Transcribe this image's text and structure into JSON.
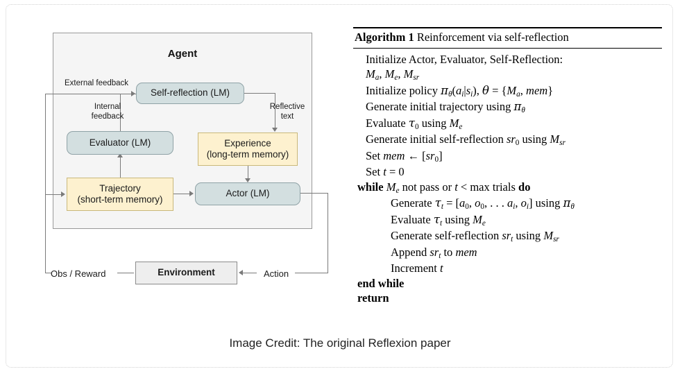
{
  "caption": "Image Credit: The original Reflexion paper",
  "diagram": {
    "container_title": "Agent",
    "nodes": {
      "self_reflection": "Self-reflection (LM)",
      "evaluator": "Evaluator (LM)",
      "experience_line1": "Experience",
      "experience_line2": "(long-term memory)",
      "trajectory_line1": "Trajectory",
      "trajectory_line2": "(short-term memory)",
      "actor": "Actor (LM)",
      "environment": "Environment"
    },
    "edge_labels": {
      "external_feedback": "External feedback",
      "internal_feedback_line1": "Internal",
      "internal_feedback_line2": "feedback",
      "reflective_line1": "Reflective",
      "reflective_line2": "text",
      "obs_reward": "Obs / Reward",
      "action": "Action"
    },
    "colors": {
      "node_blue": "#d3dfe0",
      "node_yellow": "#fdf1cf",
      "node_gray": "#eeeeee",
      "container_bg": "#f5f5f5",
      "connector": "#7a7a7a"
    }
  },
  "algorithm": {
    "label": "Algorithm 1",
    "title": "Reinforcement via self-reflection",
    "lines": [
      "Initialize Actor, Evaluator, Self-Reflection:",
      "Ma, Me, Msr",
      "Initialize policy πθ(ai|si), θ = {Ma, mem}",
      "Generate initial trajectory using πθ",
      "Evaluate τ0 using Me",
      "Generate initial self-reflection sr0 using Msr",
      "Set mem ← [sr0]",
      "Set t = 0",
      "while Me not pass or t < max trials do",
      "Generate τt = [a0, o0, . . . ai, oi] using πθ",
      "Evaluate τt using Me",
      "Generate self-reflection srt using Msr",
      "Append srt to mem",
      "Increment t",
      "end while",
      "return"
    ]
  }
}
